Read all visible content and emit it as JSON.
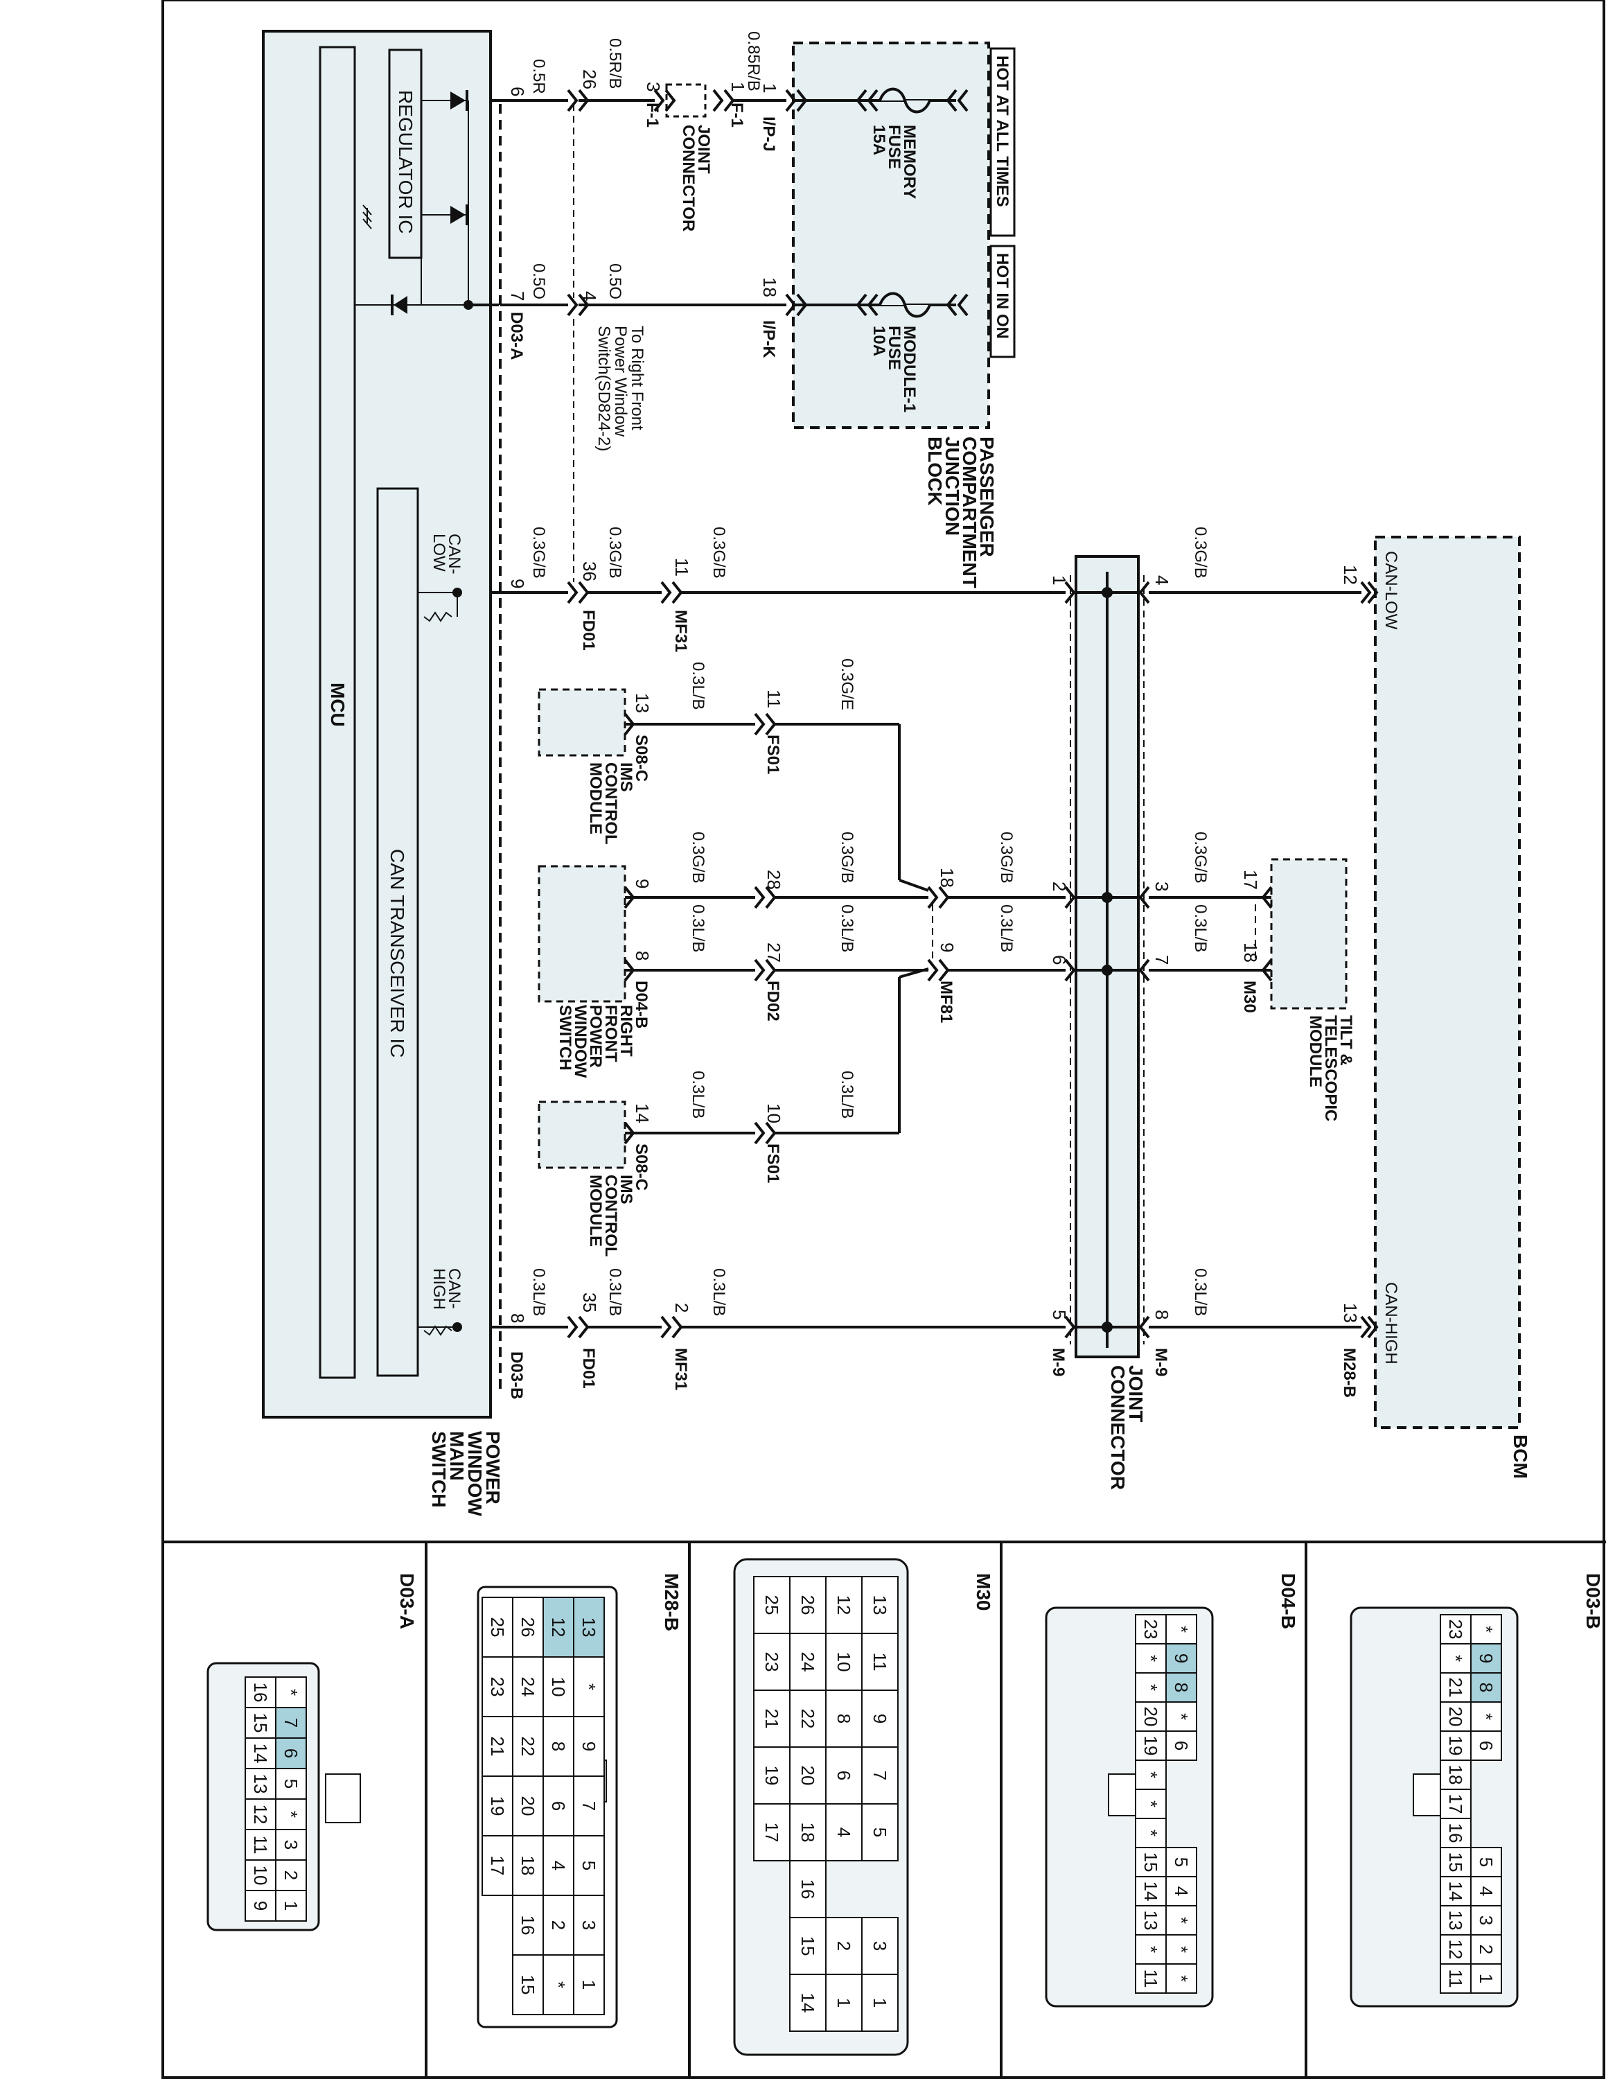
{
  "power_section": {
    "hot_at_all_times": "HOT AT ALL TIMES",
    "hot_in_on": "HOT IN ON",
    "memory_fuse": [
      "MEMORY",
      "FUSE",
      "15A"
    ],
    "module1_fuse": [
      "MODULE-1",
      "FUSE",
      "10A"
    ],
    "junction_block": [
      "PASSENGER",
      "COMPARTMENT",
      "JUNCTION",
      "BLOCK"
    ],
    "ipj": "I/P-J",
    "ipk": "I/P-K",
    "joint_connector_label": [
      "JOINT",
      "CONNECTOR"
    ],
    "f1": "F-1"
  },
  "wires": {
    "w085rb": "0.85R/B",
    "w05rb": "0.5R/B",
    "w05r": "0.5R",
    "w05o": "0.5O",
    "w03gb": "0.3G/B",
    "w03lb": "0.3L/B",
    "w03ge": "0.3G/E"
  },
  "pins": {
    "p1": "1",
    "p2": "2",
    "p3": "3",
    "p4": "4",
    "p5": "5",
    "p6": "6",
    "p7": "7",
    "p8": "8",
    "p9": "9",
    "p10": "10",
    "p11": "11",
    "p12": "12",
    "p13": "13",
    "p14": "14",
    "p17": "17",
    "p18": "18",
    "p26": "26",
    "p27": "27",
    "p28": "28",
    "p35": "35",
    "p36": "36"
  },
  "connectors": {
    "d03a": "D03-A",
    "d03b": "D03-B",
    "fd01": "FD01",
    "mf31": "MF31",
    "fs01": "FS01",
    "s08c": "S08-C",
    "fd02": "FD02",
    "mf81": "MF81",
    "d04b": "D04-B",
    "m30": "M30",
    "m9": "M-9",
    "m28b": "M28-B"
  },
  "modules": {
    "regulator": "REGULATOR IC",
    "mcu": "MCU",
    "can_transceiver": "CAN TRANSCEIVER  IC",
    "can_low_mcu": [
      "CAN-",
      "LOW"
    ],
    "can_high_mcu": [
      "CAN-",
      "HIGH"
    ],
    "power_window_main": [
      "POWER",
      "WINDOW",
      "MAIN",
      "SWITCH"
    ],
    "to_right_front": [
      "To Right Front",
      "Power Window",
      "Switch(SD824-2)"
    ],
    "ims_control": [
      "IMS",
      "CONTROL",
      "MODULE"
    ],
    "right_front_pw": [
      "RIGHT",
      "FRONT",
      "POWER",
      "WINDOW",
      "SWITCH"
    ],
    "tilt_tele": [
      "TILT &",
      "TELESCOPIC",
      "MODULE"
    ],
    "joint_conn_center": [
      "JOINT",
      "CONNECTOR"
    ],
    "bcm": "BCM",
    "can_low_bcm": "CAN-LOW",
    "can_high_bcm": "CAN-HIGH"
  },
  "connector_views": {
    "d03b": {
      "title": "D03-B",
      "rows": [
        [
          "*",
          "9",
          "8",
          "*",
          "6",
          "",
          "",
          "",
          "5",
          "4",
          "3",
          "2",
          "1"
        ],
        [
          "23",
          "*",
          "21",
          "20",
          "19",
          "18",
          "17",
          "16",
          "15",
          "14",
          "13",
          "12",
          "11"
        ]
      ]
    },
    "d04b": {
      "title": "D04-B",
      "rows": [
        [
          "*",
          "9",
          "8",
          "*",
          "6",
          "",
          "",
          "",
          "5",
          "4",
          "*",
          "*",
          "*"
        ],
        [
          "23",
          "*",
          "*",
          "20",
          "19",
          "*",
          "*",
          "*",
          "15",
          "14",
          "13",
          "*",
          "11"
        ]
      ]
    },
    "m30": {
      "title": "M30",
      "rows": [
        [
          "13",
          "11",
          "9",
          "7",
          "5",
          "",
          "3",
          "1"
        ],
        [
          "12",
          "10",
          "8",
          "6",
          "4",
          "",
          "2",
          "1"
        ],
        [
          "26",
          "24",
          "22",
          "20",
          "18",
          "16",
          "15",
          "14"
        ],
        [
          "25",
          "23",
          "21",
          "19",
          "17",
          "",
          "",
          ""
        ]
      ]
    },
    "m28b": {
      "title": "M28-B",
      "rows": [
        [
          "13",
          "*",
          "9",
          "7",
          "5",
          "3",
          "1"
        ],
        [
          "12",
          "10",
          "8",
          "6",
          "4",
          "2",
          "*"
        ],
        [
          "26",
          "24",
          "22",
          "20",
          "18",
          "16",
          "15"
        ],
        [
          "25",
          "23",
          "21",
          "19",
          "17",
          "",
          ""
        ]
      ]
    },
    "d03a": {
      "title": "D03-A",
      "rows": [
        [
          "*",
          "7",
          "6",
          "5",
          "*",
          "3",
          "2",
          "1"
        ],
        [
          "16",
          "15",
          "14",
          "13",
          "12",
          "11",
          "10",
          "9"
        ]
      ]
    }
  }
}
